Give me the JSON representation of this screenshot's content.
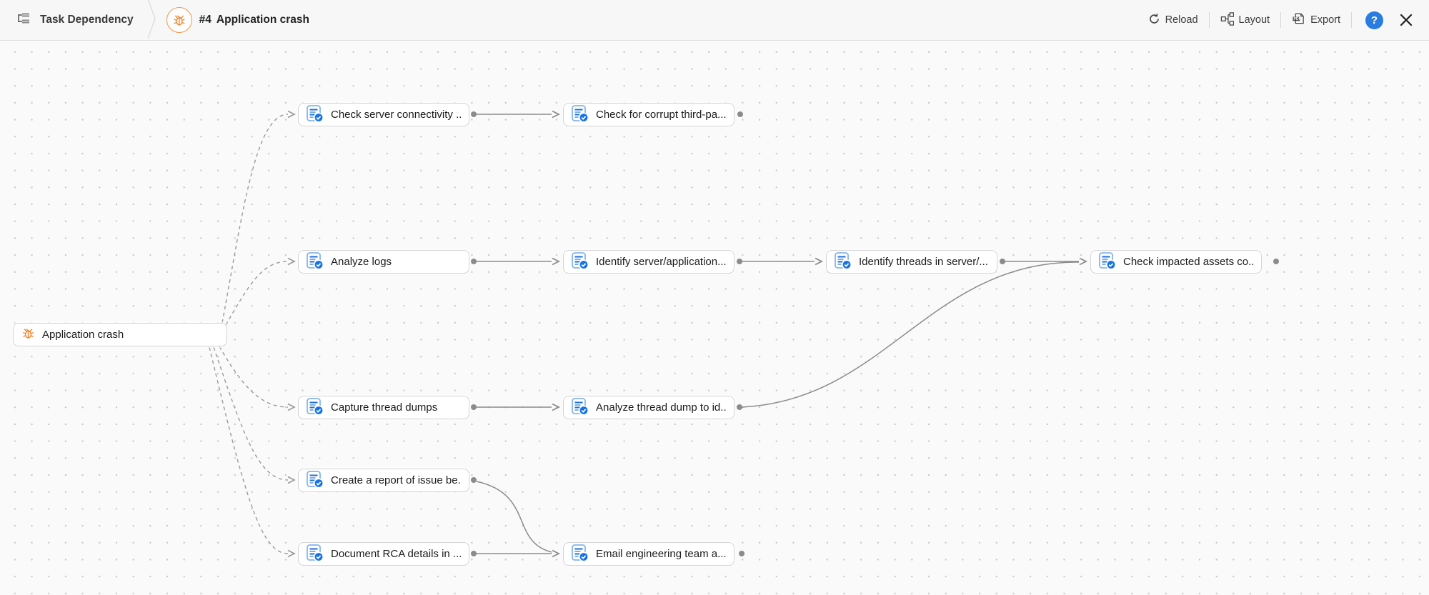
{
  "header": {
    "view_title": "Task Dependency",
    "item_id": "#4",
    "item_name": "Application crash",
    "actions": {
      "reload": "Reload",
      "layout": "Layout",
      "export": "Export"
    },
    "help": "?",
    "icons": [
      "dependency-icon",
      "bug-icon",
      "reload-icon",
      "layout-icon",
      "export-pdf-icon",
      "help-icon",
      "close-icon"
    ]
  },
  "colors": {
    "accent_orange": "#ef8c3b",
    "task_blue": "#1673e6",
    "help_blue": "#2b7ce0",
    "edge_gray": "#8b8b8b",
    "header_bg": "#f7f7f7",
    "canvas_bg": "#fafafa"
  },
  "graph": {
    "root": {
      "label": "Application crash"
    },
    "nodes": [
      {
        "label": "Check server connectivity ..."
      },
      {
        "label": "Check for corrupt third-pa..."
      },
      {
        "label": "Analyze logs"
      },
      {
        "label": "Identify server/application..."
      },
      {
        "label": "Identify threads in server/..."
      },
      {
        "label": "Check impacted assets co..."
      },
      {
        "label": "Capture thread dumps"
      },
      {
        "label": "Analyze thread dump to id..."
      },
      {
        "label": "Create a report of issue be..."
      },
      {
        "label": "Document RCA details in ..."
      },
      {
        "label": "Email engineering team a..."
      }
    ]
  }
}
